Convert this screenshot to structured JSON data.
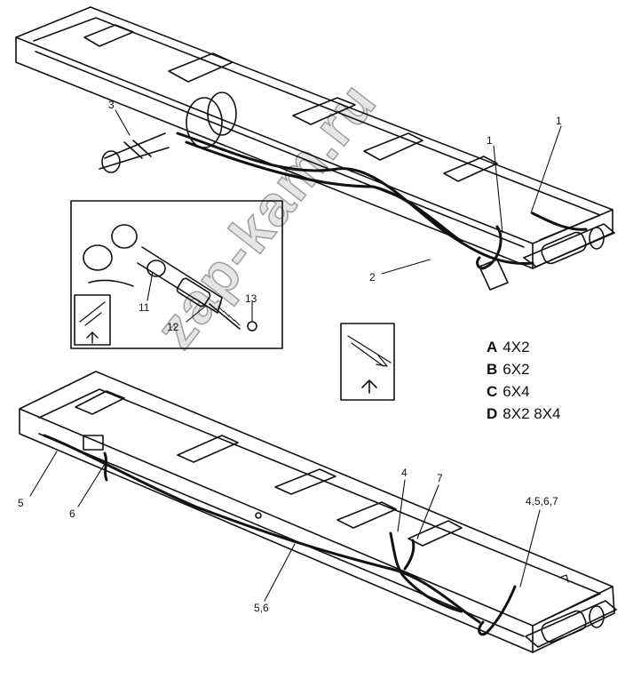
{
  "callouts": {
    "c1a": "1",
    "c1b": "1",
    "c2": "2",
    "c3": "3",
    "c11": "11",
    "c12": "12",
    "c13": "13",
    "c4": "4",
    "c7": "7",
    "c4567": "4,5,6,7",
    "c5": "5",
    "c6": "6",
    "c56": "5,6"
  },
  "legend": [
    {
      "key": "A",
      "value": "4X2"
    },
    {
      "key": "B",
      "value": "6X2"
    },
    {
      "key": "C",
      "value": "6X4"
    },
    {
      "key": "D",
      "value": "8X2 8X4"
    }
  ],
  "watermark": "zap-kam.ru"
}
